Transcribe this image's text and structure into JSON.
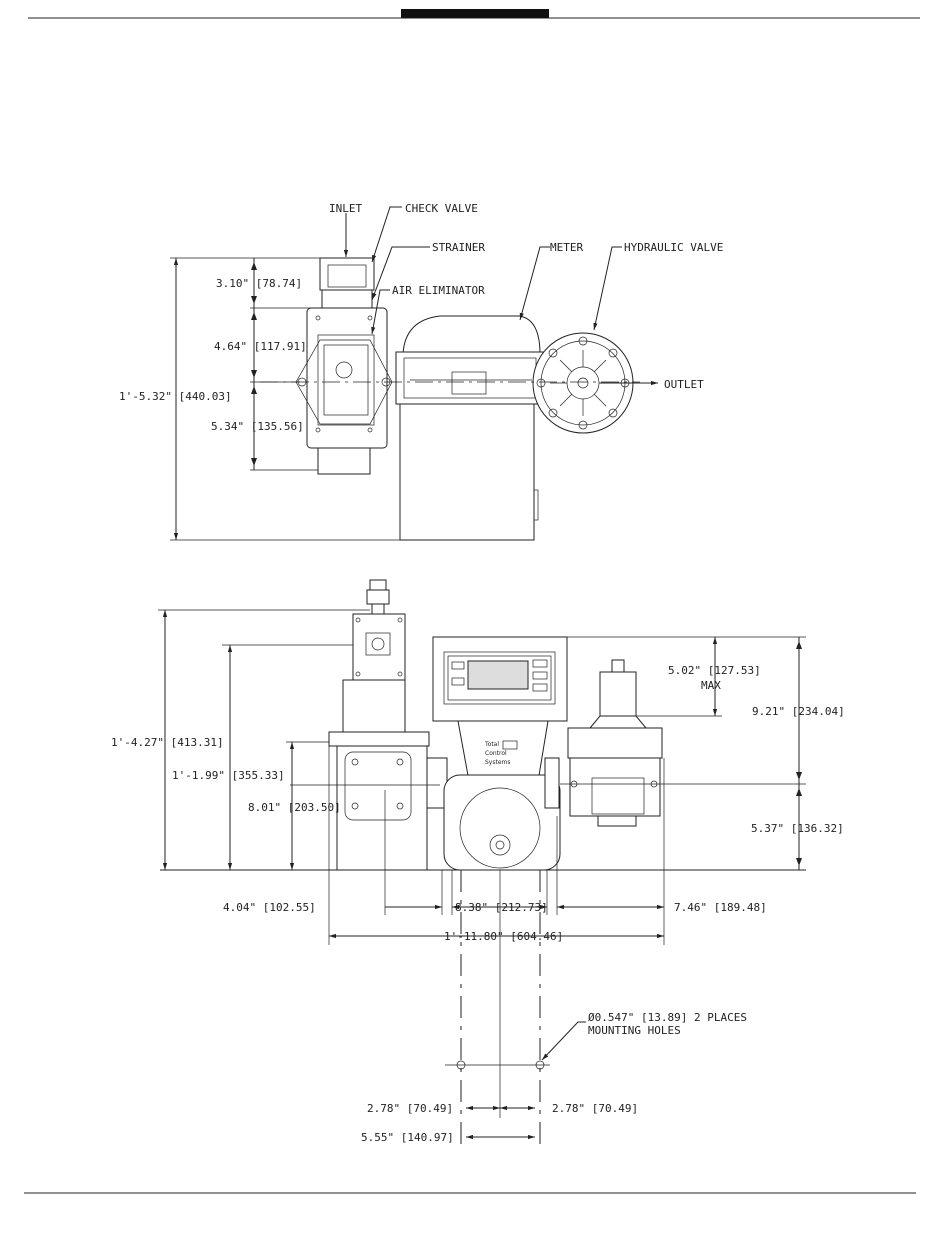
{
  "top_view": {
    "labels": {
      "inlet": "INLET",
      "check_valve": "CHECK VALVE",
      "strainer": "STRAINER",
      "meter": "METER",
      "hydraulic_valve": "HYDRAULIC VALVE",
      "air_eliminator": "AIR ELIMINATOR",
      "outlet": "OUTLET"
    },
    "dimensions": {
      "d1": "3.10\" [78.74]",
      "d2": "4.64\" [117.91]",
      "d3": "5.34\" [135.56]",
      "overall": "1'-5.32\" [440.03]"
    }
  },
  "front_view": {
    "panel_text": {
      "brand1": "Total",
      "brand2": "Control",
      "brand3": "Systems"
    },
    "dimensions": {
      "overall_h": "1'-4.27\" [413.31]",
      "h2": "1'-1.99\" [355.33]",
      "h3": "8.01\" [203.50]",
      "top_max": "5.02\" [127.53]",
      "max": "MAX",
      "right_h": "9.21\" [234.04]",
      "right_low": "5.37\" [136.32]",
      "w_left": "4.04\" [102.55]",
      "w_mid": "8.38\" [212.73]",
      "w_right": "7.46\" [189.48]",
      "overall_w": "1'-11.80\" [604.46]"
    }
  },
  "mounting": {
    "holes_line1": "Ø0.547\" [13.89] 2 PLACES",
    "holes_line2": "MOUNTING HOLES",
    "left_half": "2.78\" [70.49]",
    "right_half": "2.78\" [70.49]",
    "total": "5.55\" [140.97]"
  }
}
